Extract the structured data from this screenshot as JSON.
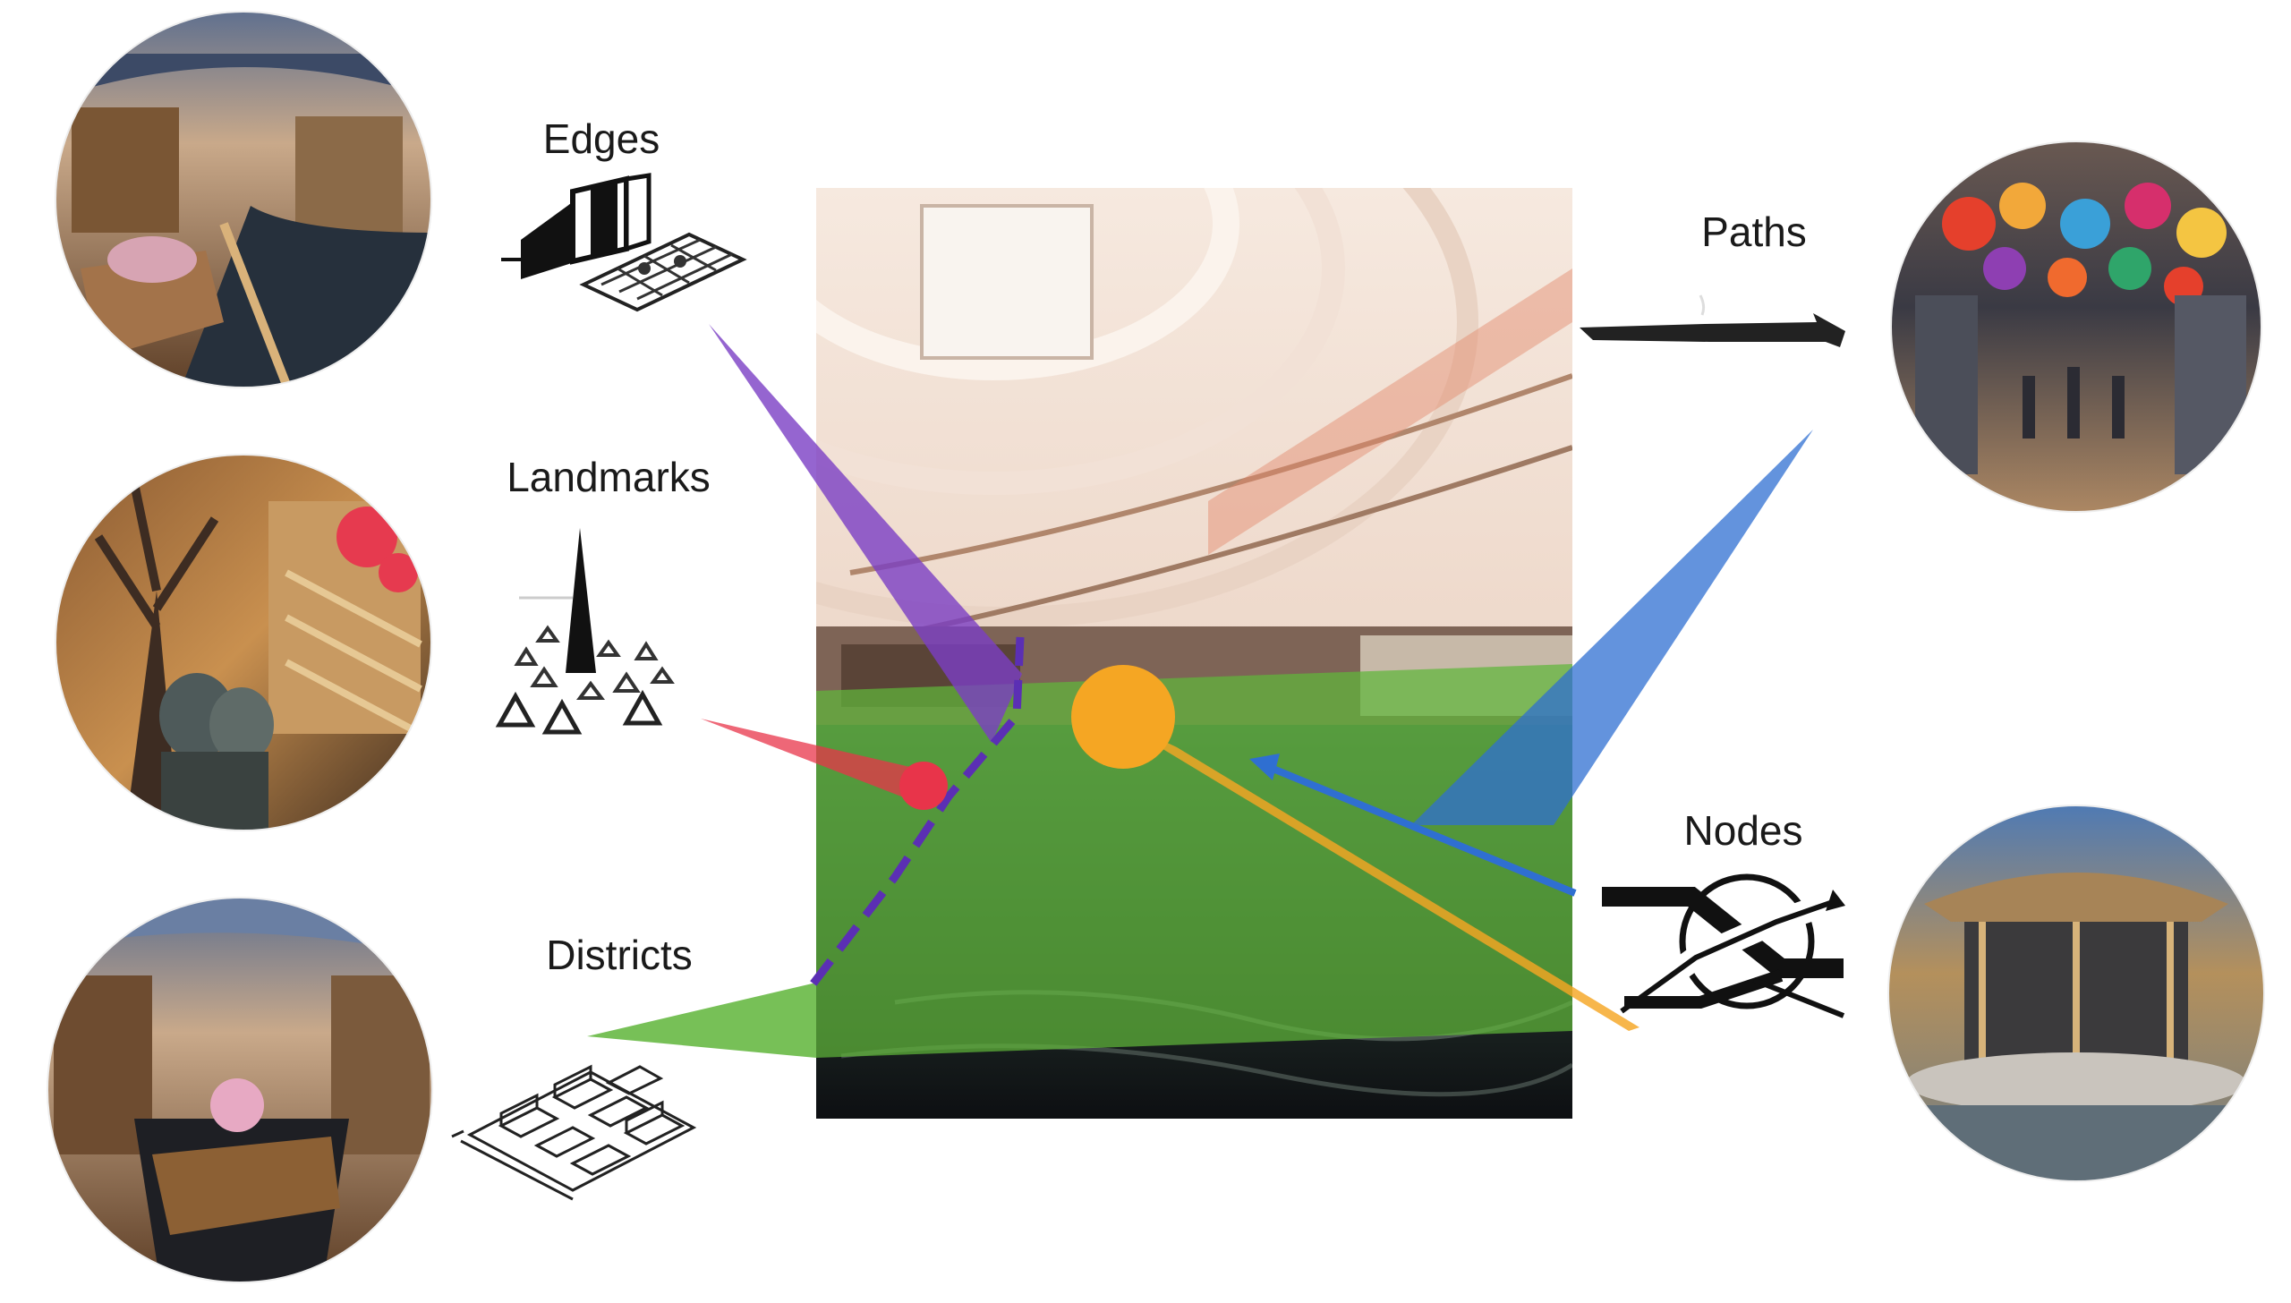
{
  "labels": {
    "edges": "Edges",
    "landmarks": "Landmarks",
    "districts": "Districts",
    "paths": "Paths",
    "nodes": "Nodes"
  },
  "photos": {
    "edges": "edges-canal-photo",
    "landmarks": "landmarks-tree-sculpture-photo",
    "districts": "districts-canal-boat-photo",
    "paths": "paths-umbrella-corridor-photo",
    "nodes": "nodes-pavilion-photo",
    "center": "mall-atrium-photo"
  },
  "colors": {
    "edges": "#7b3fc4",
    "landmarks": "#e8344a",
    "districts": "#5fb53a",
    "paths": "#2f6fd1",
    "nodes": "#f5a623"
  }
}
